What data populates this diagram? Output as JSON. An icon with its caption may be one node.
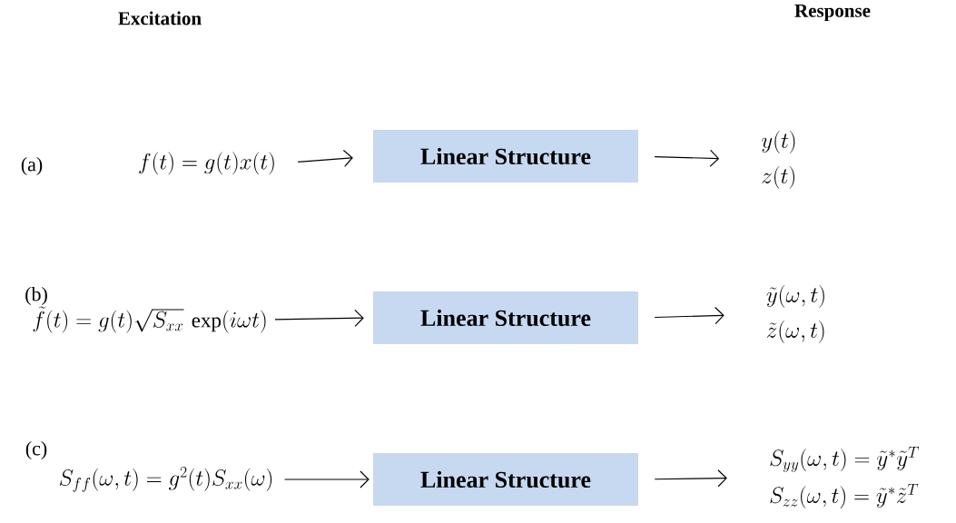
{
  "diagram": {
    "nodes": [
      {
        "text": [
          "f(t) = g(t)x(t)"
        ]
      },
      {
        "text": [
          "Linear Structure"
        ]
      },
      {
        "text": [
          "y(t)",
          "z(t)"
        ]
      },
      {
        "text": [
          "\\tilde{f}(t) = g(t)\\sqrt{S_{xx}}\\,\\exp(i\\omega t)"
        ]
      },
      {
        "text": [
          "Linear Structure"
        ]
      },
      {
        "text": [
          "\\tilde{y}(\\omega,t)",
          "\\tilde{z}(\\omega,t)"
        ]
      },
      {
        "text": [
          "S_{ff}(\\omega,t) = g^{2}(t)S_{xx}(\\omega)"
        ]
      },
      {
        "text": [
          "Linear Structure"
        ]
      },
      {
        "text": [
          "S_{yy}(\\omega,t) = \\tilde{y}^{*}\\tilde{y}^{T}",
          "S_{zz}(\\omega,t) = \\tilde{y}^{*}\\tilde{z}^{T}"
        ]
      }
    ],
    "edges": [
      {
        "from": 0,
        "to": 1,
        "arrow": "to"
      },
      {
        "from": 1,
        "to": 2,
        "arrow": "to"
      },
      {
        "from": 3,
        "to": 4,
        "arrow": "to"
      },
      {
        "from": 4,
        "to": 5,
        "arrow": "to"
      },
      {
        "from": 6,
        "to": 7,
        "arrow": "to"
      },
      {
        "from": 7,
        "to": 8,
        "arrow": "to"
      }
    ],
    "labels": [
      "Excitation",
      "Response",
      "(a)",
      "(b)",
      "(c)"
    ]
  }
}
